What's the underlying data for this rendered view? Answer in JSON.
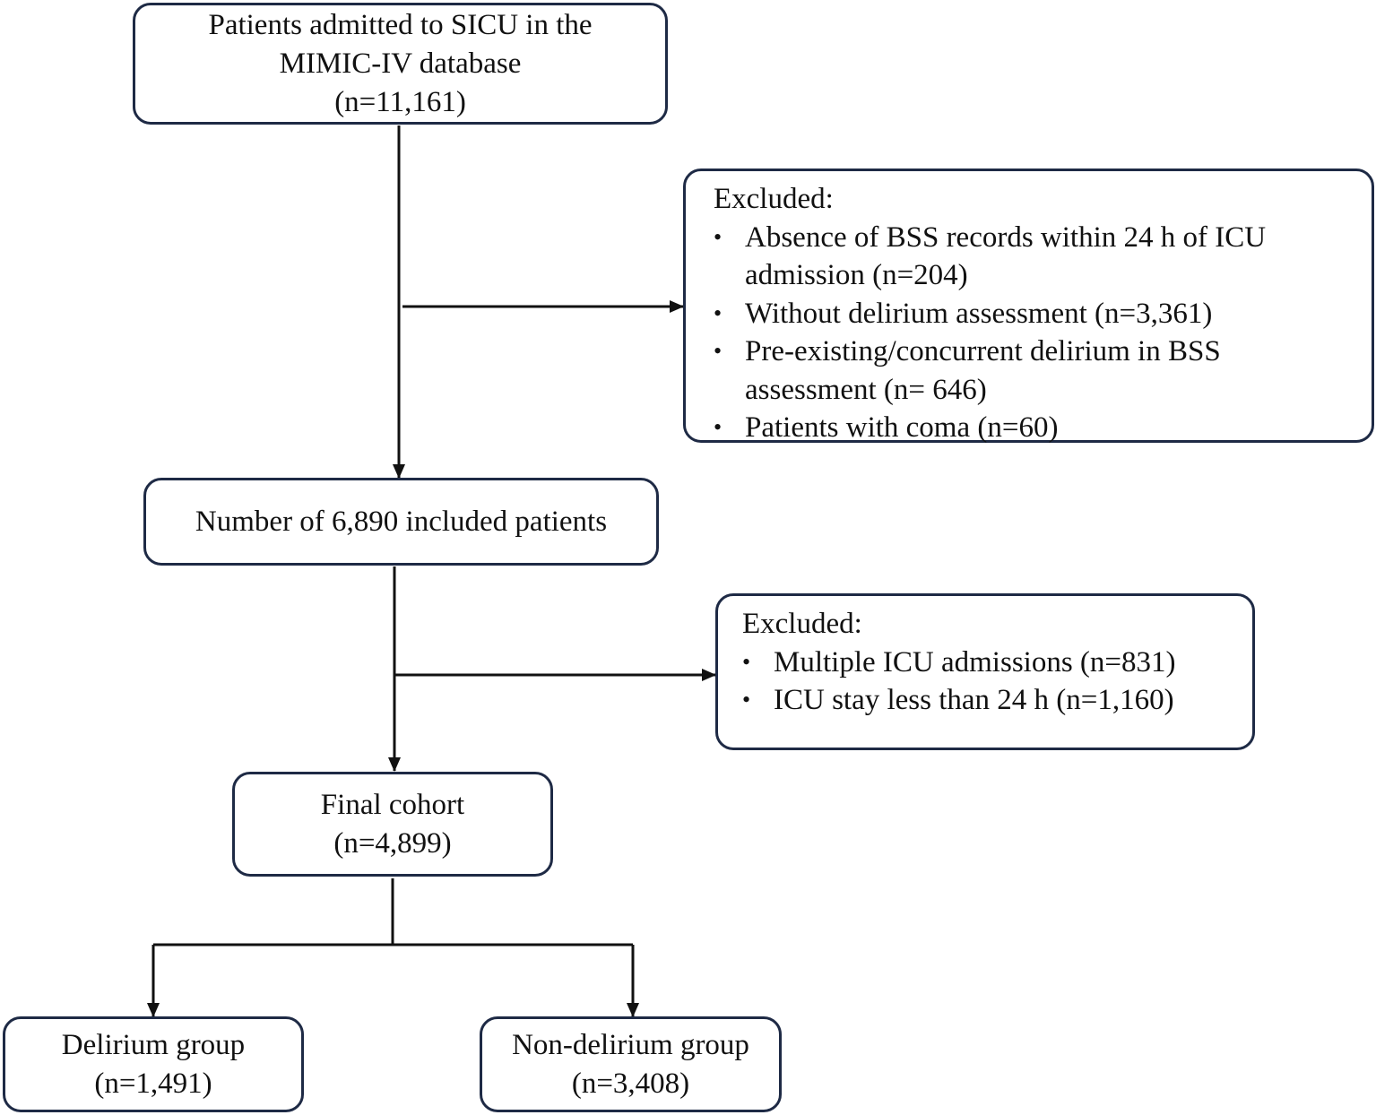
{
  "flow": {
    "top": {
      "line1": "Patients admitted to SICU in the",
      "line2": "MIMIC-IV database",
      "line3": "(n=11,161)"
    },
    "excluded1": {
      "title": "Excluded:",
      "items": [
        {
          "line1": "Absence of BSS records within 24 h of ICU",
          "line2": "admission  (n=204)"
        },
        {
          "line1": "Without delirium assessment (n=3,361)",
          "line2": ""
        },
        {
          "line1": "Pre-existing/concurrent delirium in BSS",
          "line2": "assessment (n= 646)"
        },
        {
          "line1": "Patients with coma (n=60)",
          "line2": ""
        }
      ]
    },
    "included": {
      "line1": "Number of 6,890 included patients"
    },
    "excluded2": {
      "title": "Excluded:",
      "items": [
        {
          "line1": "Multiple ICU admissions (n=831)"
        },
        {
          "line1": "ICU stay less than 24 h (n=1,160)"
        }
      ]
    },
    "final": {
      "line1": "Final cohort",
      "line2": "(n=4,899)"
    },
    "delirium": {
      "line1": "Delirium group",
      "line2": "(n=1,491)"
    },
    "non_delirium": {
      "line1": "Non-delirium group",
      "line2": "(n=3,408)"
    }
  },
  "bullet_glyph": "•"
}
